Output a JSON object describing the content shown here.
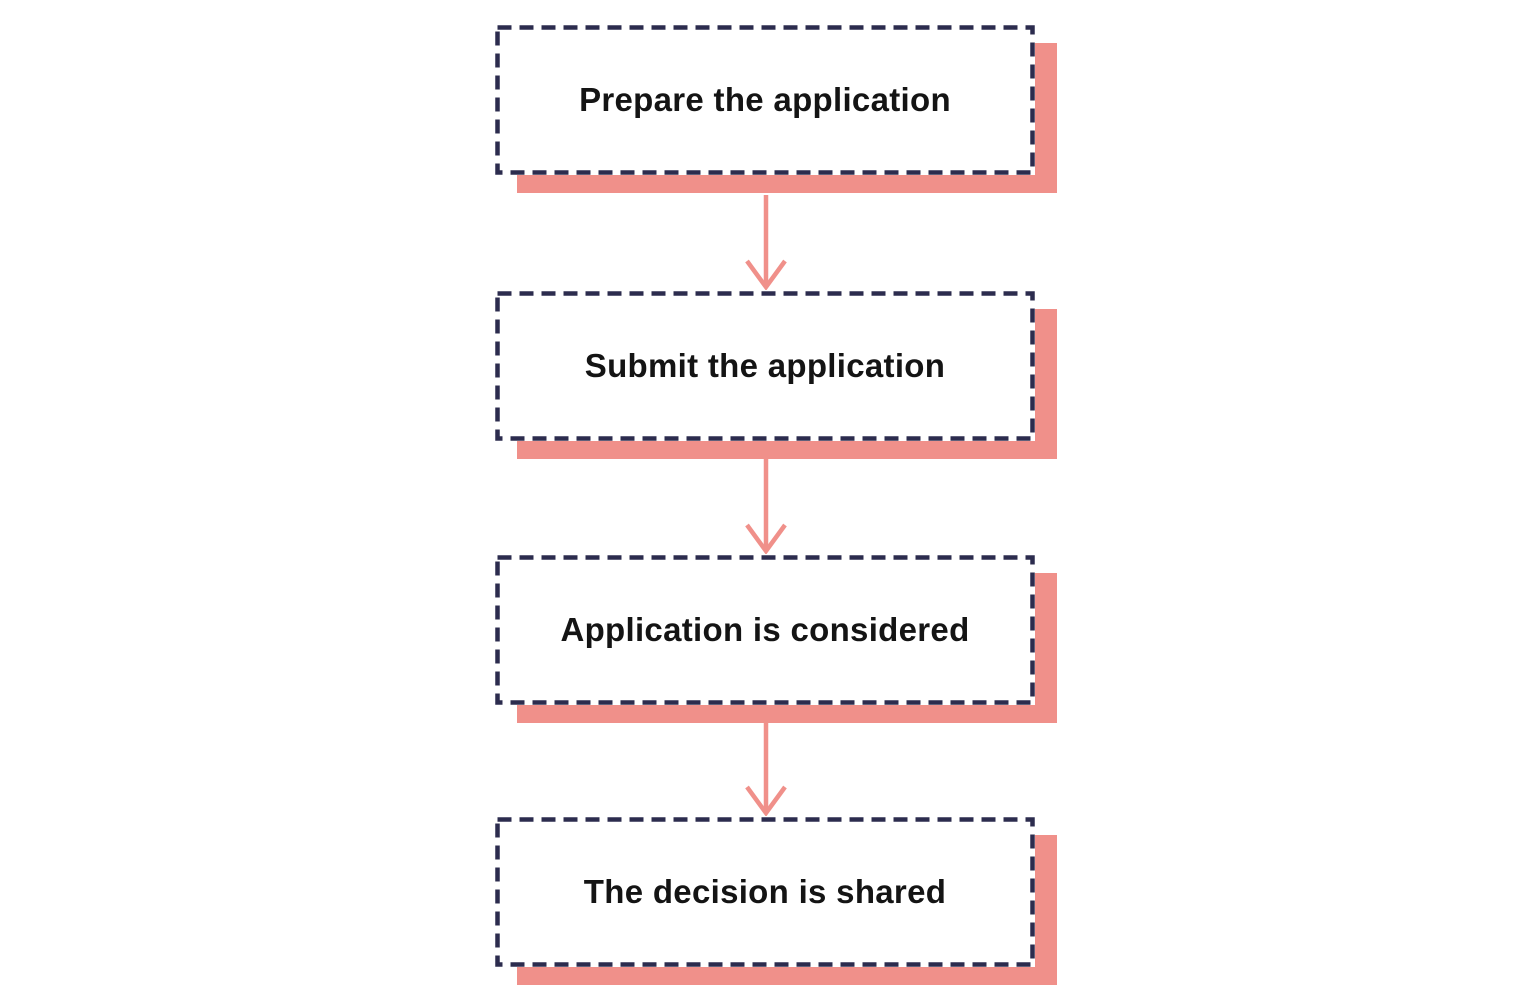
{
  "diagram": {
    "type": "flowchart-vertical",
    "steps": [
      {
        "label": "Prepare the application"
      },
      {
        "label": "Submit the application"
      },
      {
        "label": "Application is considered"
      },
      {
        "label": "The decision is shared"
      }
    ],
    "connectors": [
      {
        "from": 0,
        "to": 1,
        "icon": "arrow-down-icon"
      },
      {
        "from": 1,
        "to": 2,
        "icon": "arrow-down-icon"
      },
      {
        "from": 2,
        "to": 3,
        "icon": "arrow-down-icon"
      }
    ],
    "colors": {
      "c-shadow": "#F0908A",
      "c-border": "#2C2C4E",
      "c-text": "#141414",
      "c-arrow": "#F0908A",
      "c-bg": "#FFFFFF"
    }
  }
}
